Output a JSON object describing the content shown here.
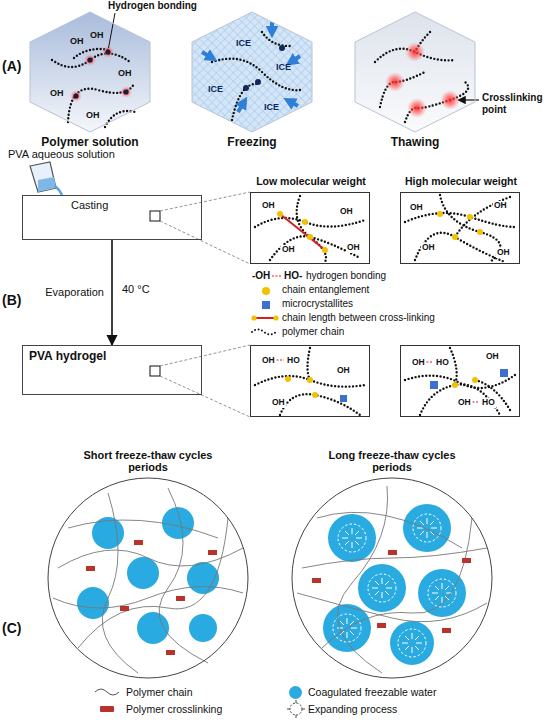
{
  "diagram": {
    "nodes": [
      {
        "text": [
          "Polymer solution",
          "OH",
          "OH",
          "OH",
          "OH",
          "OH"
        ]
      },
      {
        "text": [
          "Freezing",
          "ICE",
          "ICE",
          "ICE",
          "ICE"
        ]
      },
      {
        "text": [
          "Thawing"
        ]
      },
      {
        "text": [
          "Casting"
        ]
      },
      {
        "text": [
          "PVA hydrogel"
        ]
      },
      {
        "text": [
          "Low molecular weight",
          "OH",
          "OH",
          "OH",
          "OH"
        ]
      },
      {
        "text": [
          "High molecular weight",
          "OH",
          "OH",
          "OH",
          "OH"
        ]
      },
      {
        "text": [
          "OH",
          "HO",
          "OH",
          "OH"
        ]
      },
      {
        "text": [
          "OH",
          "HO",
          "OH",
          "OH",
          "HO"
        ]
      },
      {
        "text": [
          "Short freeze-thaw cycles periods"
        ]
      },
      {
        "text": [
          "Long freeze-thaw cycles periods"
        ]
      }
    ],
    "edges": [
      {
        "from": 3,
        "to": 4,
        "arrow": "to",
        "label": "Evaporation"
      }
    ],
    "labels": [
      "(A)",
      "Hydrogen bonding",
      "Crosslinking point",
      "(B)",
      "PVA aqueous solution",
      "40 °C",
      "-OH",
      "HO-",
      "(C)"
    ],
    "legend": [
      {
        "text": "hydrogen bonding"
      },
      {
        "text": "chain entanglement",
        "color": "#f2c200"
      },
      {
        "text": "microcrystallites",
        "color": "#3d6fd1"
      },
      {
        "text": "chain length between cross-linking"
      },
      {
        "text": "polymer chain"
      },
      {
        "text": "Polymer chain"
      },
      {
        "text": "Coagulated freezable water",
        "color": "#29abe2"
      },
      {
        "text": "Polymer crosslinking",
        "color": "#b8332b"
      },
      {
        "text": "Expanding process"
      }
    ]
  }
}
